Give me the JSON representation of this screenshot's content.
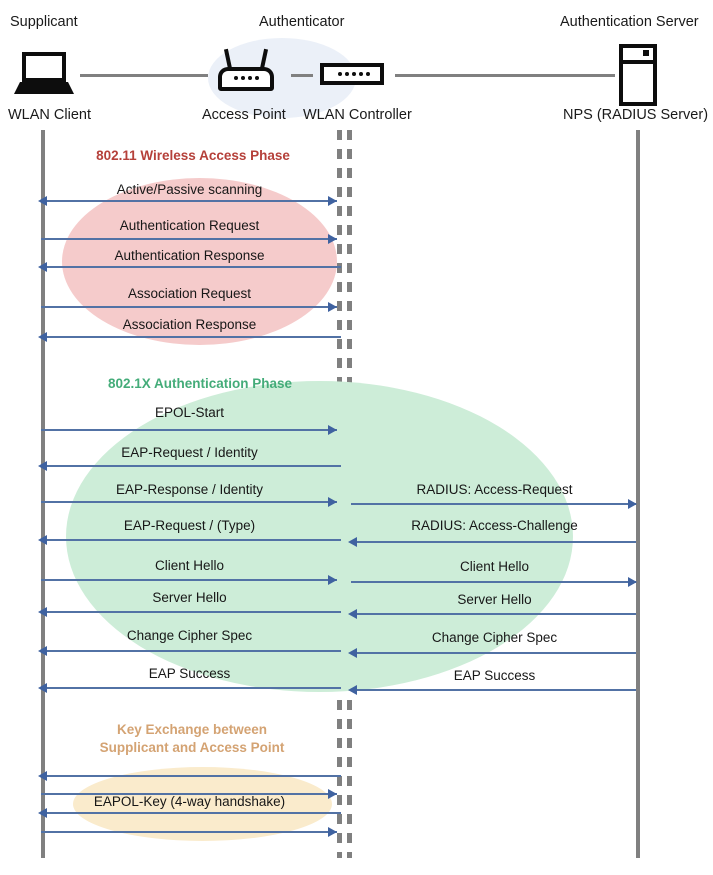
{
  "diagram": {
    "title": "802.1X / EAP authentication message flow",
    "background": "#ffffff"
  },
  "header": {
    "roles": [
      {
        "label": "Supplicant",
        "icon": "laptop-icon"
      },
      {
        "label": "Authenticator",
        "icon": "group-ellipse"
      },
      {
        "label": "Authentication Server",
        "icon": "server-icon"
      }
    ],
    "nodes": [
      {
        "label": "WLAN Client",
        "icon": "laptop-icon"
      },
      {
        "label": "Access Point",
        "icon": "access-point-icon"
      },
      {
        "label": "WLAN Controller",
        "icon": "wlan-controller-icon"
      },
      {
        "label": "NPS (RADIUS Server)",
        "icon": "server-icon"
      }
    ]
  },
  "phases": [
    {
      "id": "wireless-access",
      "caption": "802.11 Wireless Access Phase",
      "caption_color": "#b5403a",
      "ellipse_color": "#f5cbcb"
    },
    {
      "id": "dot1x-authentication",
      "caption": "802.1X Authentication Phase",
      "caption_color": "#44ac79",
      "ellipse_color": "#cdedd8"
    },
    {
      "id": "key-exchange",
      "caption": "Key Exchange between\nSupplicant and Access Point",
      "caption_color": "#d4a373",
      "ellipse_color": "#faebcc"
    }
  ],
  "messages_left": [
    {
      "label": "Active/Passive scanning",
      "direction": "left"
    },
    {
      "label": "Authentication Request",
      "direction": "right"
    },
    {
      "label": "Authentication Response",
      "direction": "left"
    },
    {
      "label": "Association Request",
      "direction": "right"
    },
    {
      "label": "Association Response",
      "direction": "left"
    },
    {
      "label": "EPOL-Start",
      "direction": "right"
    },
    {
      "label": "EAP-Request / Identity",
      "direction": "left"
    },
    {
      "label": "EAP-Response / Identity",
      "direction": "right"
    },
    {
      "label": "EAP-Request / (Type)",
      "direction": "left"
    },
    {
      "label": "Client Hello",
      "direction": "right"
    },
    {
      "label": "Server Hello",
      "direction": "left"
    },
    {
      "label": "Change Cipher Spec",
      "direction": "left"
    },
    {
      "label": "EAP Success",
      "direction": "left"
    },
    {
      "label": "",
      "direction": "left"
    },
    {
      "label": "EAPOL-Key (4-way handshake)",
      "direction": "right"
    },
    {
      "label": "",
      "direction": "left"
    },
    {
      "label": "",
      "direction": "right"
    }
  ],
  "messages_right": [
    {
      "label": "RADIUS: Access-Request",
      "direction": "right"
    },
    {
      "label": "RADIUS: Access-Challenge",
      "direction": "left"
    },
    {
      "label": "Client Hello",
      "direction": "right"
    },
    {
      "label": "Server Hello",
      "direction": "left"
    },
    {
      "label": "Change Cipher Spec",
      "direction": "left"
    },
    {
      "label": "EAP Success",
      "direction": "left"
    }
  ],
  "colors": {
    "arrow": "#5272a5",
    "arrow_head": "#3f62a0",
    "lifeline": "#808080",
    "icon": "#0d0d0d",
    "authenticator_ellipse": "#e8edf7"
  }
}
